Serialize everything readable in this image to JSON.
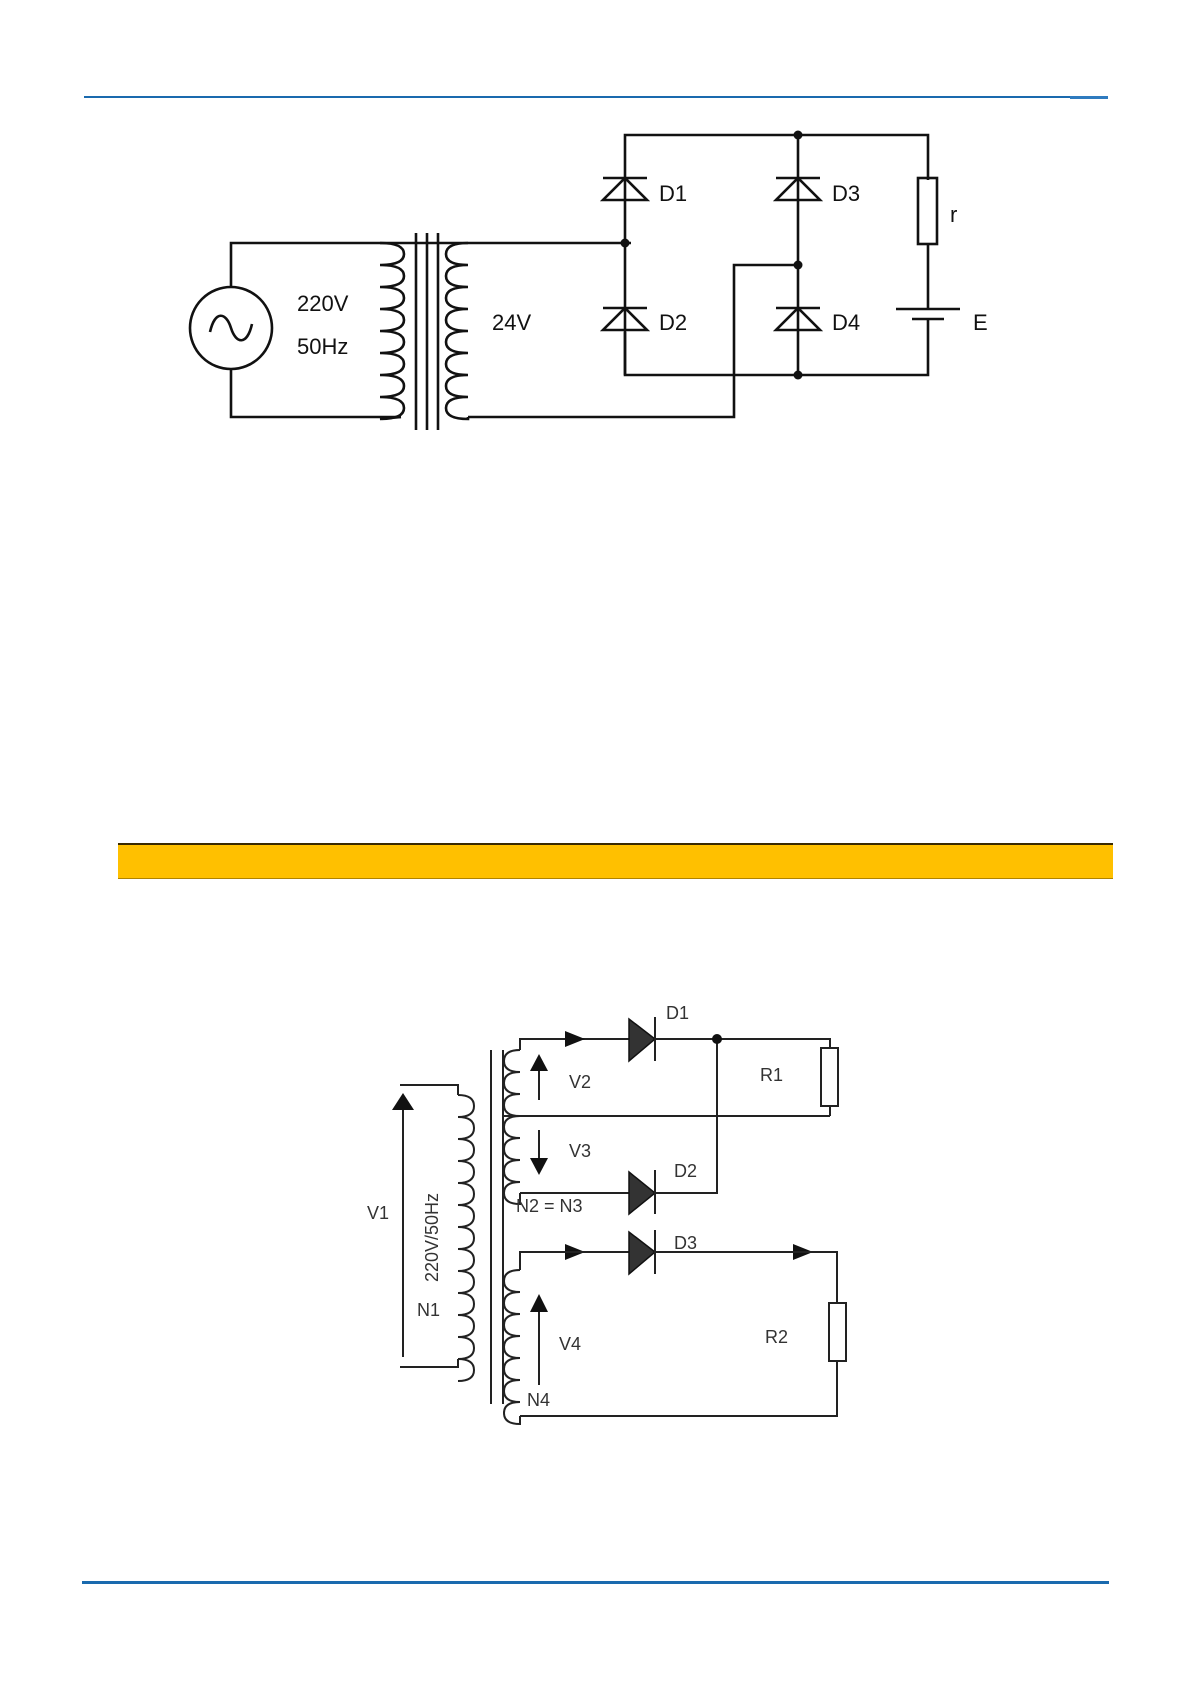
{
  "figure1": {
    "source_voltage": "220V",
    "source_frequency": "50Hz",
    "secondary_voltage": "24V",
    "diodes": [
      "D1",
      "D2",
      "D3",
      "D4"
    ],
    "resistor": "r",
    "battery": "E"
  },
  "figure2": {
    "primary_voltage": "V1",
    "primary_rating": "220V/50Hz",
    "primary_turns": "N1",
    "winding_voltages": [
      "V2",
      "V3",
      "V4"
    ],
    "turns_relation": "N2 = N3",
    "winding_n4": "N4",
    "diodes": [
      "D1",
      "D2",
      "D3"
    ],
    "resistors": [
      "R1",
      "R2"
    ]
  },
  "colors": {
    "rule": "#1a6aae",
    "band": "#ffc000"
  }
}
